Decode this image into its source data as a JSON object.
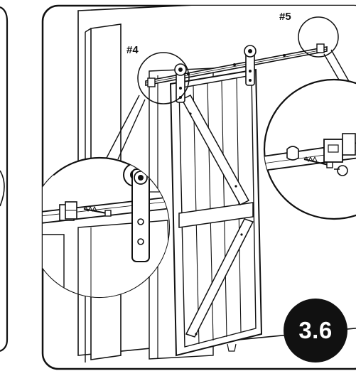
{
  "callouts": {
    "left_label": "#4",
    "right_label": "#5"
  },
  "step": {
    "number": "3.6"
  },
  "colors": {
    "line": "#111111",
    "badge_bg": "#111111",
    "badge_text": "#ffffff",
    "background": "#ffffff"
  },
  "icons": [
    "roller-hanger-icon",
    "rail-stopper-icon",
    "bolt-icon"
  ]
}
